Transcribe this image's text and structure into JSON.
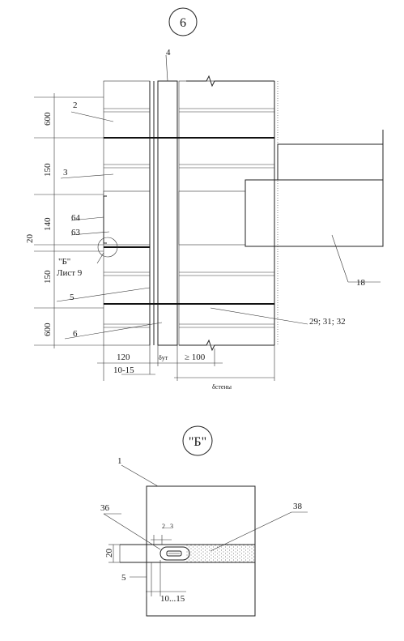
{
  "detail_a": {
    "id": "6",
    "dimensions": {
      "d600_top": "600",
      "d150_top": "150",
      "d140": "140",
      "d20": "20",
      "d150_bot": "150",
      "d600_bot": "600",
      "d120": "120",
      "d10_15": "10-15",
      "d_ut": "δут",
      "d_100": "≥ 100",
      "d_wall": "δстены"
    },
    "labels": {
      "l2": "2",
      "l3": "3",
      "l4": "4",
      "l5": "5",
      "l6": "6",
      "l18": "18",
      "l63": "63",
      "l64": "64",
      "l29": "29; 31; 32",
      "ref_b": "\"Б\"",
      "ref_sheet": "Лист 9"
    }
  },
  "detail_b": {
    "id": "\"Б\"",
    "labels": {
      "l1": "1",
      "l36": "36",
      "l38": "38"
    },
    "dimensions": {
      "d2_3": "2...3",
      "d20": "20",
      "d5": "5",
      "d10_15": "10...15"
    }
  }
}
